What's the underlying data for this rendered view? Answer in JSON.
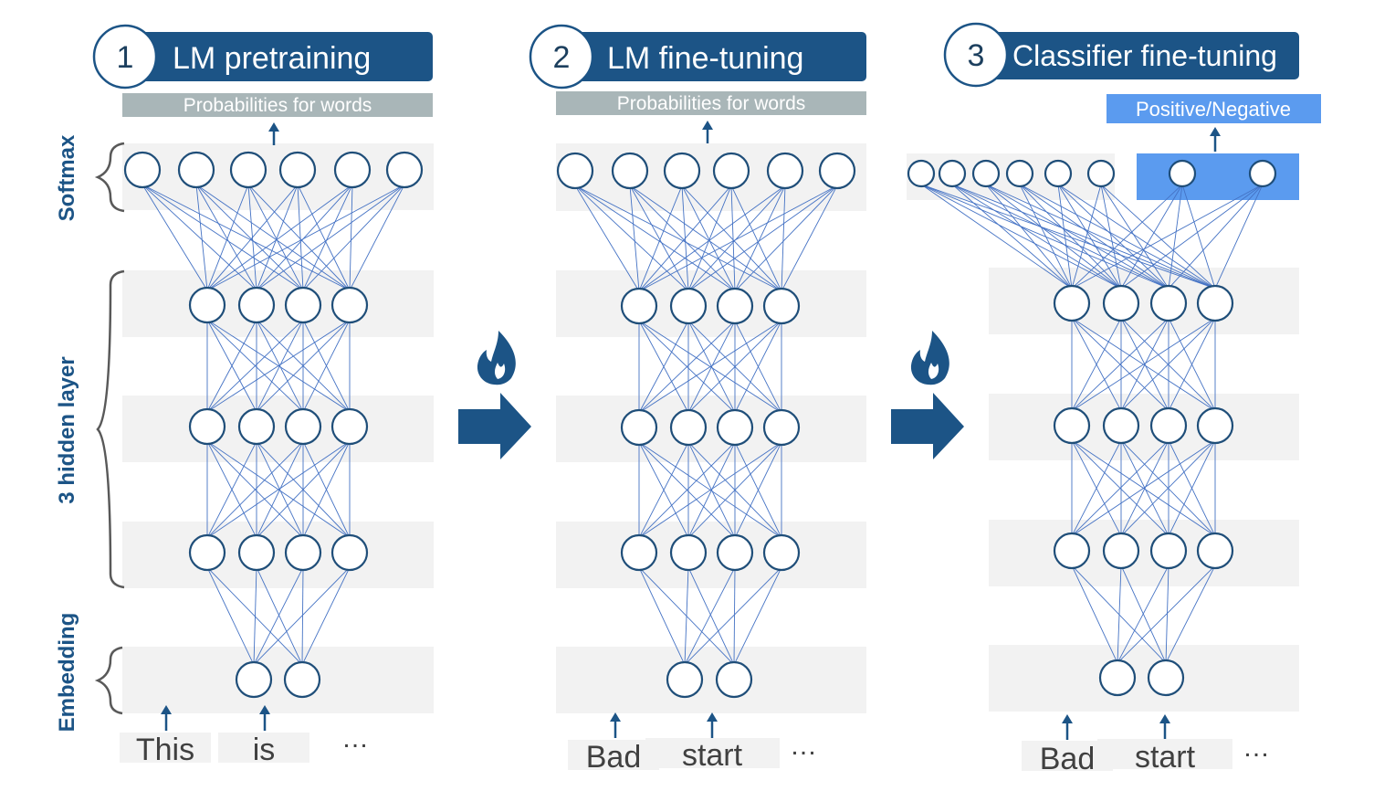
{
  "stages": [
    {
      "number": "1",
      "title": "LM pretraining",
      "output_label": "Probabilities for words",
      "tokens": [
        "This",
        "is"
      ],
      "ellipsis": "…"
    },
    {
      "number": "2",
      "title": "LM fine-tuning",
      "output_label": "Probabilities for words",
      "tokens": [
        "Bad",
        "start"
      ],
      "ellipsis": "…"
    },
    {
      "number": "3",
      "title": "Classifier fine-tuning",
      "output_label": "Positive/Negative",
      "tokens": [
        "Bad",
        "start"
      ],
      "ellipsis": "…"
    }
  ],
  "side_labels": {
    "softmax": "Softmax",
    "hidden": "3 hidden layer",
    "embedding": "Embedding"
  },
  "icons": {
    "transition": [
      "flame-icon",
      "right-arrow-icon"
    ]
  },
  "colors": {
    "dark_blue": "#1c5486",
    "edge_blue": "#4472c4",
    "highlight_blue": "#5b9bef",
    "gray_label": "#a9b6b8"
  }
}
